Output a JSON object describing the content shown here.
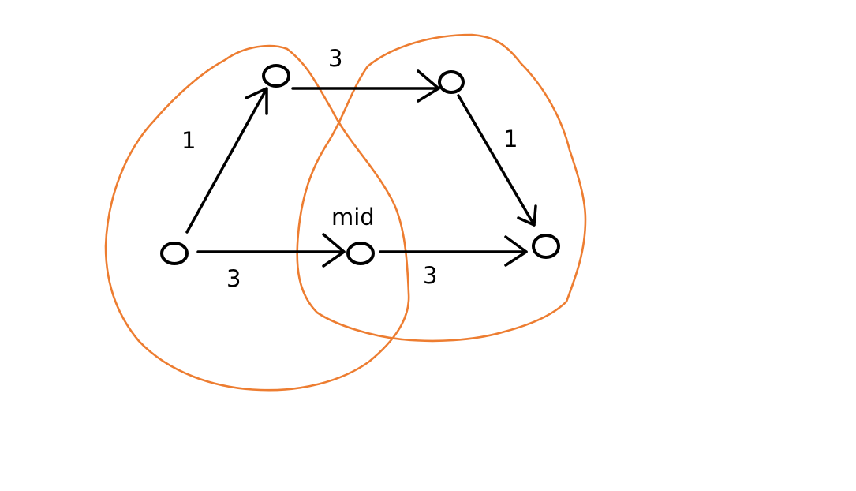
{
  "diagram": {
    "nodes": [
      {
        "id": "source"
      },
      {
        "id": "top-left"
      },
      {
        "id": "top-right"
      },
      {
        "id": "mid",
        "label": "mid"
      },
      {
        "id": "sink"
      }
    ],
    "edges": [
      {
        "from": "source",
        "to": "top-left",
        "weight": "1"
      },
      {
        "from": "top-left",
        "to": "top-right",
        "weight": "3"
      },
      {
        "from": "top-right",
        "to": "sink",
        "weight": "1"
      },
      {
        "from": "source",
        "to": "mid",
        "weight": "3"
      },
      {
        "from": "mid",
        "to": "sink",
        "weight": "3"
      }
    ],
    "regions": [
      {
        "id": "left-region"
      },
      {
        "id": "right-region"
      }
    ],
    "colors": {
      "ink": "#000000",
      "region": "#ED7D31",
      "background": "#FFFFFF"
    }
  }
}
